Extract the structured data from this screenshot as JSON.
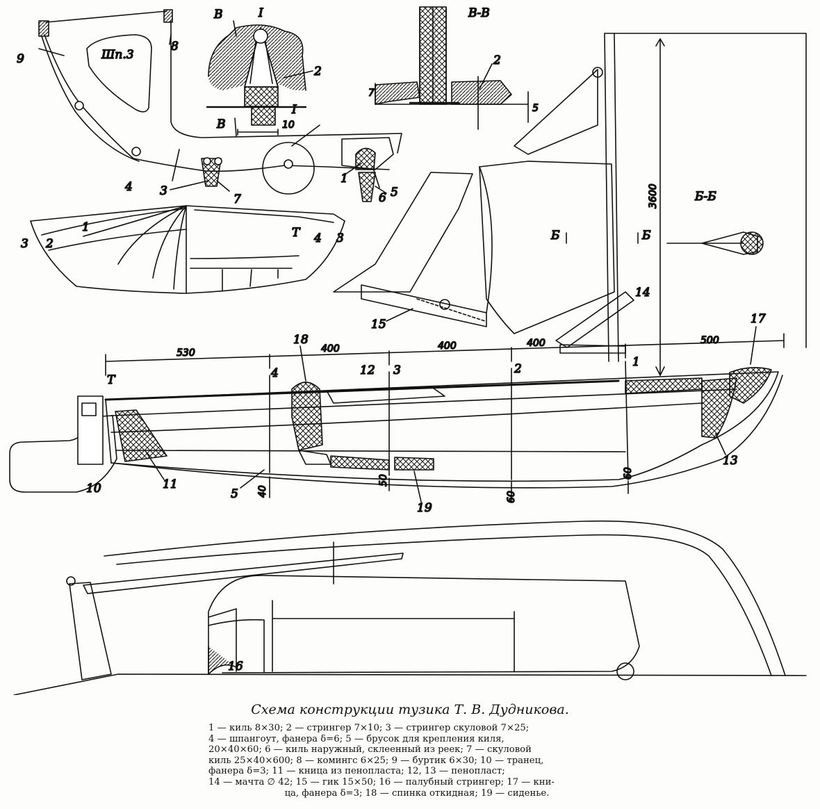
{
  "caption": "Схема конструкции тузика Т. В. Дудникова.",
  "legend_lines": [
    "1 — киль 8×30; 2 — стрингер 7×10; 3 — стрингер скуловой 7×25;",
    "4 — шпангоут, фанера δ=6; 5 — брусок для крепления киля,",
    "20×40×60; 6 — киль наружный, склеенный из реек; 7 — скуловой",
    "киль 25×40×600; 8 — комингс 6×25; 9 — буртик 6×30; 10 — транец,",
    "фанера δ=3; 11 — кница из пенопласта; 12, 13 — пенопласт;",
    "14 — мачта ∅ 42; 15 — гик 15×50; 16 — палубный стрингер; 17 — кни-",
    "ца, фанера δ=3; 18 — спинка откидная; 19 — сиденье."
  ],
  "frame_section": {
    "title": "Шп.3",
    "labels": [
      "9",
      "8",
      "4",
      "3",
      "7",
      "1",
      "6",
      "5"
    ]
  },
  "detail_I": {
    "title": "I",
    "section_mark": "В",
    "dim": "10",
    "label": "2"
  },
  "section_VV": {
    "title": "В-В",
    "dim_a": "7",
    "dim_b": "5",
    "label": "2"
  },
  "section_BB": {
    "title": "Б-Б",
    "mark": "Б"
  },
  "body_plan": {
    "labels": [
      "3",
      "2",
      "1",
      "T",
      "4",
      "3"
    ]
  },
  "rig": {
    "height": "3600",
    "labels": [
      "14",
      "15"
    ]
  },
  "profile": {
    "dims": [
      "530",
      "400",
      "400",
      "400",
      "500"
    ],
    "stations": [
      "T",
      "4",
      "3",
      "2",
      "1"
    ],
    "depths": [
      "40",
      "50",
      "60",
      "60"
    ],
    "labels": [
      "18",
      "12",
      "17",
      "10",
      "11",
      "5",
      "19",
      "13"
    ]
  },
  "plan_view": {
    "label": "16"
  }
}
